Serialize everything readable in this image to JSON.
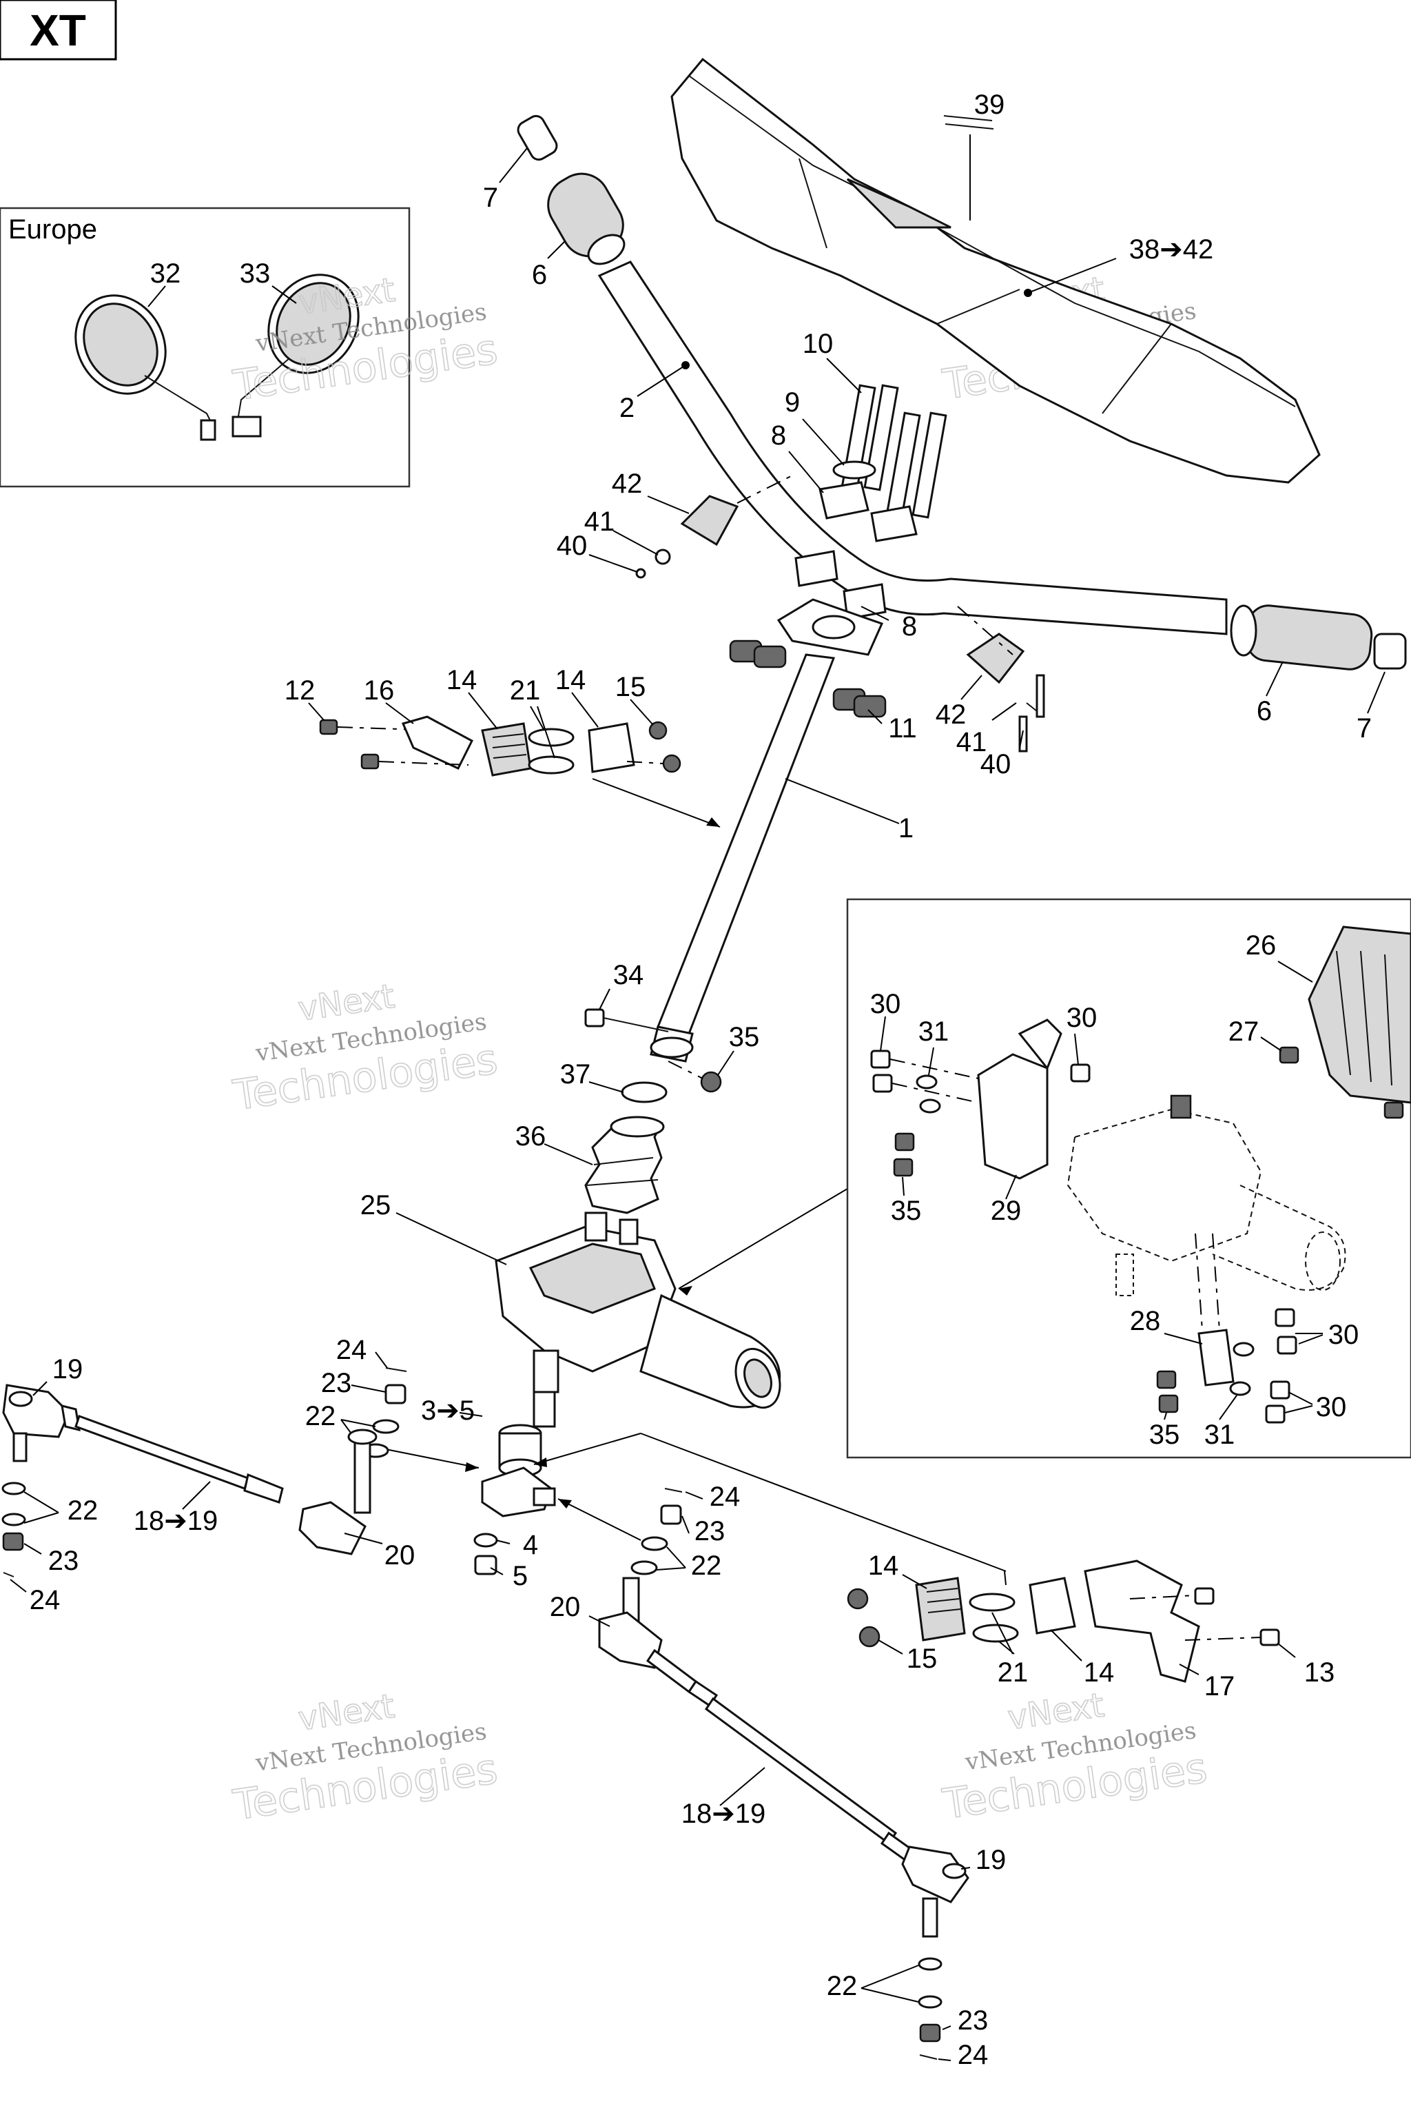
{
  "header": {
    "model_code": "XT"
  },
  "inset_europe": {
    "title": "Europe",
    "labels": [
      "32",
      "33"
    ]
  },
  "watermark": {
    "line1": "vNext Technologies",
    "line2a": "vNext",
    "line2b": "Technologies"
  },
  "callouts": {
    "c39": "39",
    "c38_42": "38➔42",
    "c7a": "7",
    "c6a": "6",
    "c2": "2",
    "c10": "10",
    "c9": "9",
    "c8a": "8",
    "c8b": "8",
    "c42a": "42",
    "c41a": "41",
    "c40a": "40",
    "c11": "11",
    "c42b": "42",
    "c41b": "41",
    "c40b": "40",
    "c6b": "6",
    "c7b": "7",
    "c12": "12",
    "c16": "16",
    "c14a": "14",
    "c21a": "21",
    "c14b": "14",
    "c15a": "15",
    "c1": "1",
    "c34": "34",
    "c35a": "35",
    "c37": "37",
    "c36": "36",
    "c25": "25",
    "c26": "26",
    "c27": "27",
    "c30a": "30",
    "c31a": "31",
    "c30b": "30",
    "c35b": "35",
    "c29": "29",
    "c28": "28",
    "c30c": "30",
    "c30d": "30",
    "c35c": "35",
    "c31b": "31",
    "c24a": "24",
    "c23a": "23",
    "c22a": "22",
    "c3_5": "3➔5",
    "c19a": "19",
    "c22b": "22",
    "c18_19a": "18➔19",
    "c23b": "23",
    "c24b": "24",
    "c20a": "20",
    "c4": "4",
    "c5": "5",
    "c24c": "24",
    "c23c": "23",
    "c22c": "22",
    "c20b": "20",
    "c14c": "14",
    "c15b": "15",
    "c21b": "21",
    "c14d": "14",
    "c17": "17",
    "c13": "13",
    "c18_19b": "18➔19",
    "c19b": "19",
    "c22d": "22",
    "c23d": "23",
    "c24d": "24"
  }
}
